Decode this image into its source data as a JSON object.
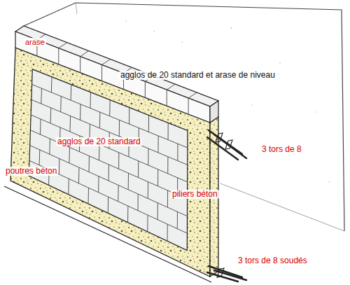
{
  "diagram": {
    "labels": [
      "arase",
      "agglos de 20 standard et arase de niveau",
      "agglos de 20 standard",
      "poutres béton",
      "piliers béton",
      "3 tors de 8",
      "3 tors de 8 soudés"
    ]
  }
}
